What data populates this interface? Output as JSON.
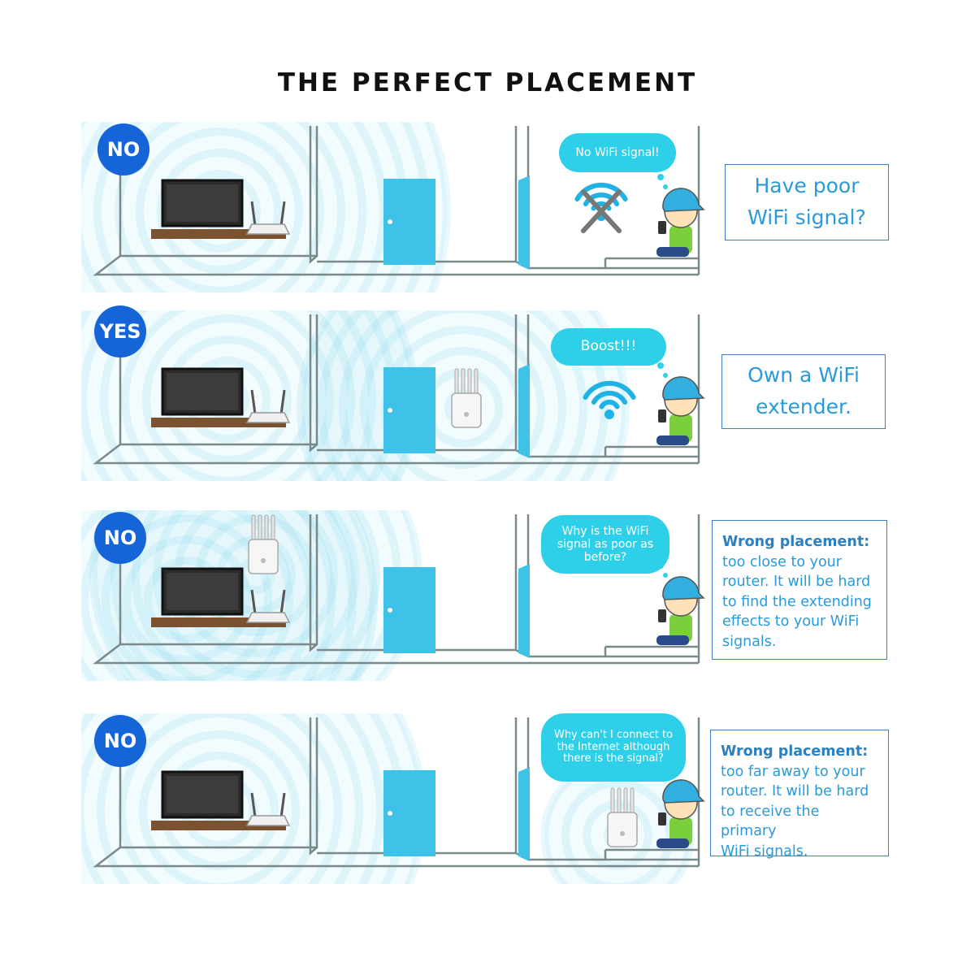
{
  "title": "THE PERFECT PLACEMENT",
  "colors": {
    "badge": "#1565d8",
    "bubble": "#2ecfe8",
    "door": "#3fc2e8",
    "signal": "#7fd6ef",
    "wall": "#7a8a8a",
    "box_border": "#3b7dc4",
    "box_text": "#2a9ad8"
  },
  "rows": [
    {
      "badge": "NO",
      "bubble": "No WiFi signal!",
      "wifi_state": "no-signal",
      "extender": "none",
      "info": {
        "heading": "",
        "lines": [
          "Have poor",
          "WiFi signal?"
        ]
      }
    },
    {
      "badge": "YES",
      "bubble": "Boost!!!",
      "wifi_state": "full-signal",
      "extender": "middle-room",
      "info": {
        "heading": "",
        "lines": [
          "Own a WiFi",
          "extender."
        ]
      }
    },
    {
      "badge": "NO",
      "bubble": "Why is the WiFi signal as poor as before?",
      "wifi_state": "none",
      "extender": "near-router",
      "info": {
        "heading": "Wrong placement:",
        "lines": [
          "too close to your",
          "router. It will be hard",
          "to find the extending",
          "effects to your WiFi",
          "signals."
        ]
      }
    },
    {
      "badge": "NO",
      "bubble": "Why can't I connect to the Internet although there is the signal?",
      "wifi_state": "none",
      "extender": "far-room",
      "info": {
        "heading": "Wrong placement:",
        "lines": [
          "too far away to your",
          "router. It will be hard",
          "to receive the primary",
          "WiFi signals."
        ]
      }
    }
  ]
}
